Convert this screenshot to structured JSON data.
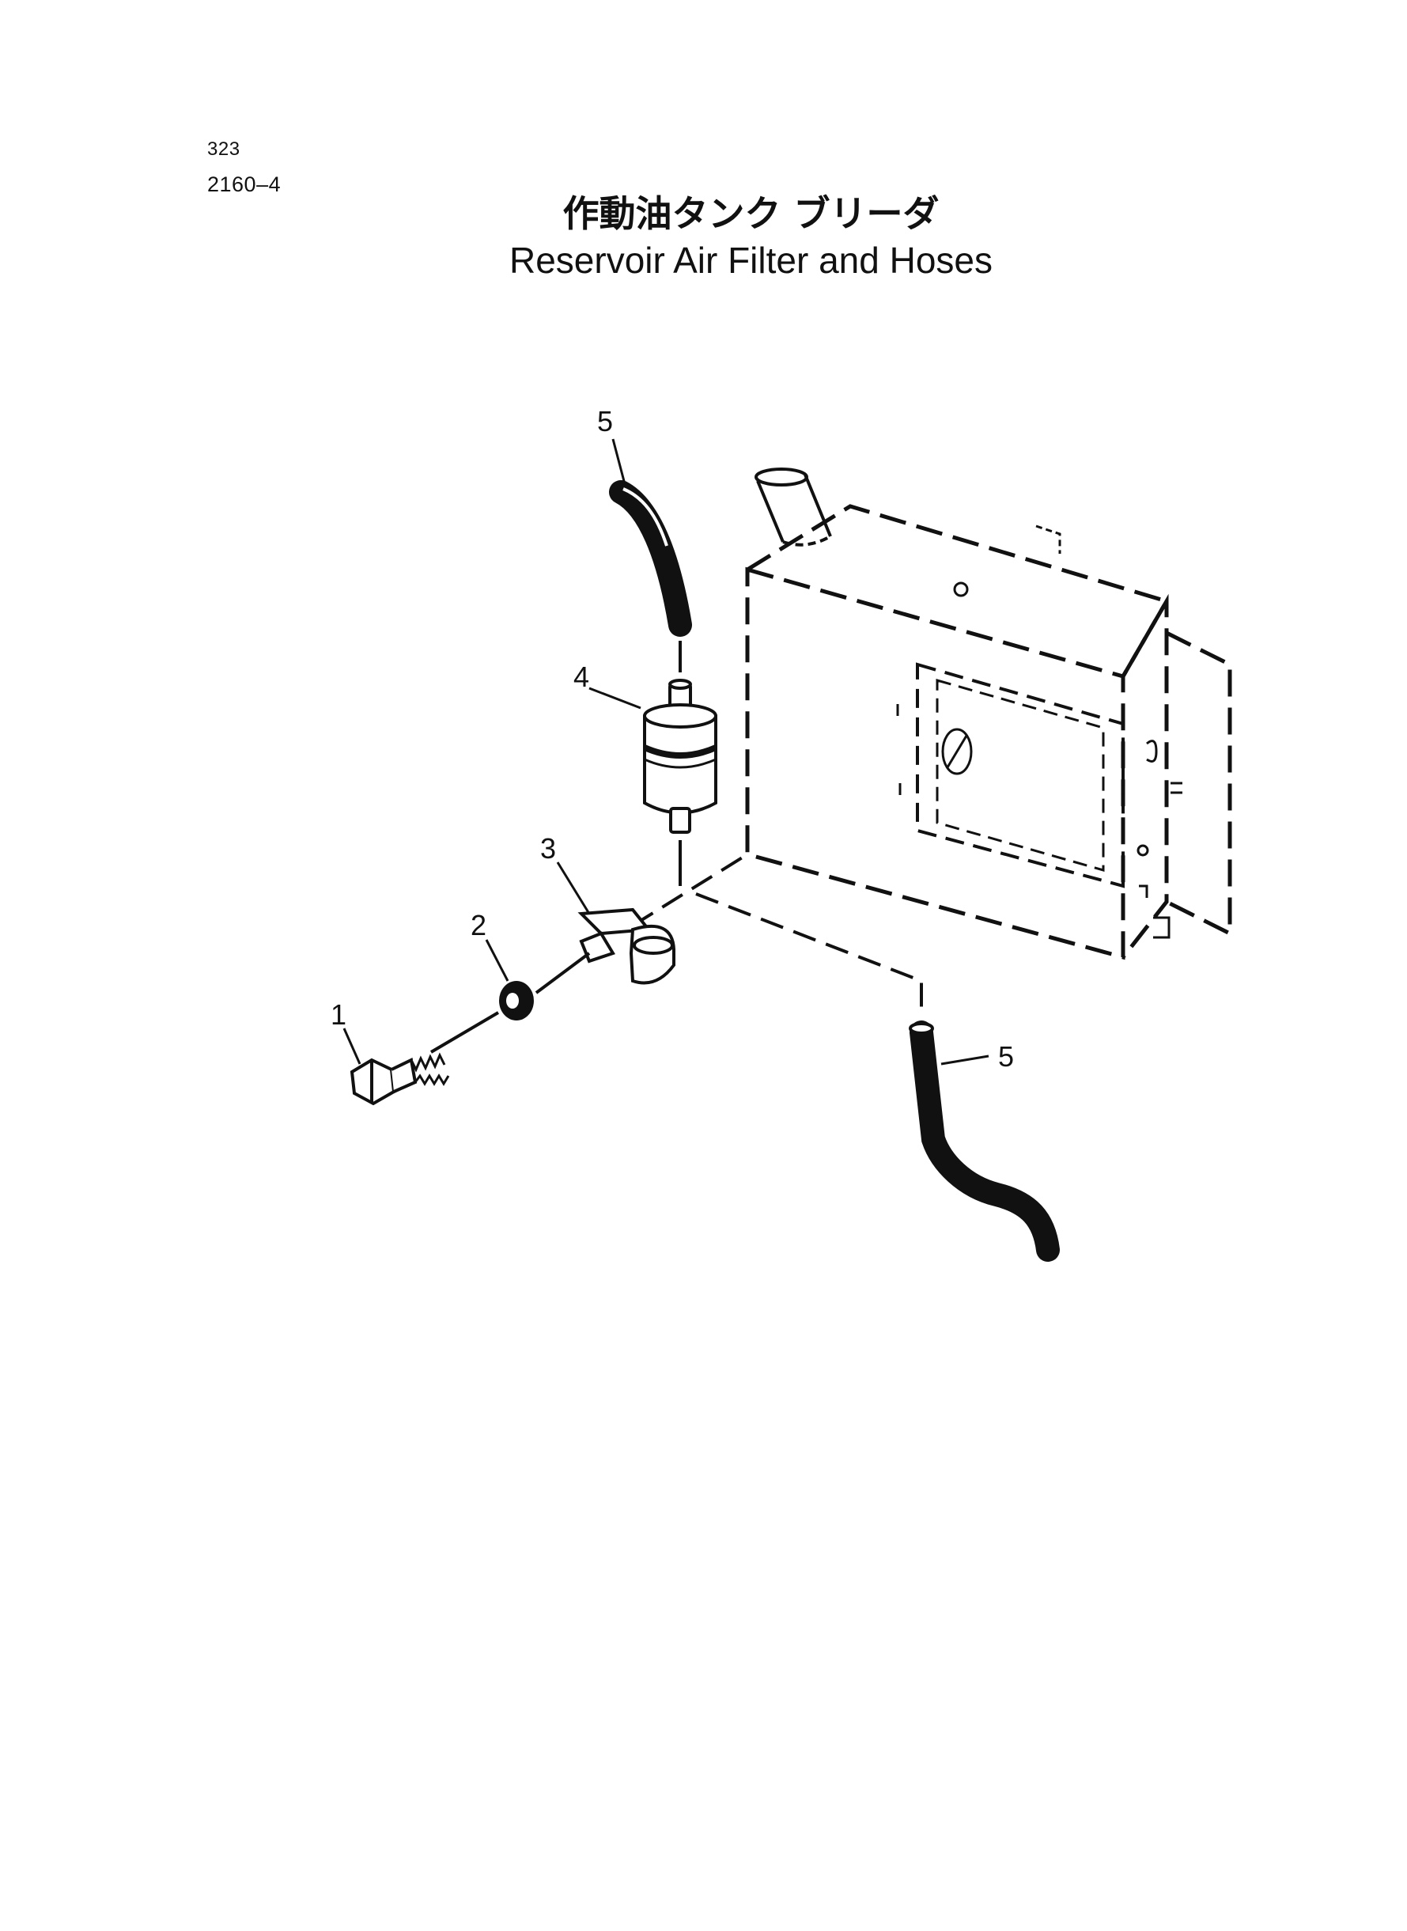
{
  "header": {
    "page_number": "323",
    "section_code": "2160–4"
  },
  "title": {
    "japanese": "作動油タンク ブリーダ",
    "english": "Reservoir Air Filter and Hoses"
  },
  "callouts": {
    "c1": "1",
    "c2": "2",
    "c3": "3",
    "c4": "4",
    "c5_top": "5",
    "c5_bottom": "5"
  }
}
